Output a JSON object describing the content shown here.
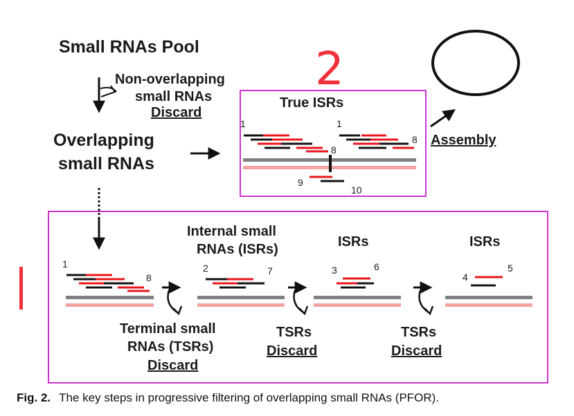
{
  "pool_label": "Small RNAs Pool",
  "nonoverlap": {
    "line1": "Non-overlapping",
    "line2": "small RNAs",
    "discard": "Discard"
  },
  "overlapping": {
    "line1": "Overlapping",
    "line2": "small RNAs"
  },
  "true_box": {
    "title": "True ISRs",
    "n1a": "1",
    "n1b": "1",
    "n8a": "8",
    "n8b": "8",
    "n9": "9",
    "n10": "10"
  },
  "assembly": "Assembly",
  "annotation_number": "2",
  "stage1": {
    "n1": "1",
    "n8": "8"
  },
  "stage2": {
    "title1": "Internal small",
    "title2": "RNAs (ISRs)",
    "n2": "2",
    "n7": "7"
  },
  "stage3": {
    "title": "ISRs",
    "n3": "3",
    "n6": "6"
  },
  "stage4": {
    "title": "ISRs",
    "n4": "4",
    "n5": "5"
  },
  "tsr1": {
    "line1": "Terminal small",
    "line2": "RNAs (TSRs)",
    "discard": "Discard"
  },
  "tsr2": {
    "line1": "TSRs",
    "discard": "Discard"
  },
  "tsr3": {
    "line1": "TSRs",
    "discard": "Discard"
  },
  "caption": {
    "label": "Fig. 2.",
    "text": "The key steps in progressive filtering of overlapping small RNAs (PFOR)."
  },
  "colors": {
    "red": "#e8141b",
    "black": "#111111",
    "magenta": "#cc33cc",
    "gray": "#808080",
    "pink": "#f4a3a3",
    "annotation": "#f0303a"
  }
}
